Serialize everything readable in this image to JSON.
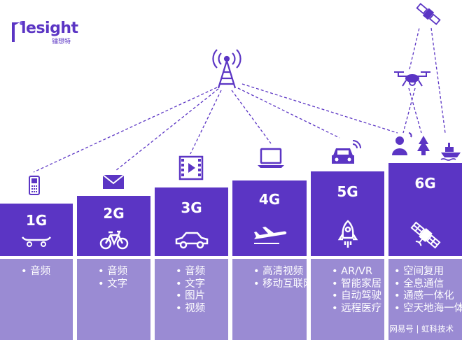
{
  "brand": {
    "logo_text": "lesight",
    "logo_subtext": "镭想特"
  },
  "colors": {
    "bar": "#5b35c4",
    "panel": "#9a8bd3",
    "line": "#5b35c4"
  },
  "generations": [
    {
      "label": "1G",
      "top_icon": "mobile-phone-icon",
      "bar_icon": "skateboard-icon",
      "features": [
        "音频"
      ]
    },
    {
      "label": "2G",
      "top_icon": "envelope-icon",
      "bar_icon": "bicycle-icon",
      "features": [
        "音频",
        "文字"
      ]
    },
    {
      "label": "3G",
      "top_icon": "video-play-icon",
      "bar_icon": "car-icon",
      "features": [
        "音频",
        "文字",
        "图片",
        "视频"
      ]
    },
    {
      "label": "4G",
      "top_icon": "laptop-icon",
      "bar_icon": "airplane-icon",
      "features": [
        "高清视频",
        "移动互联网"
      ]
    },
    {
      "label": "5G",
      "top_icon": "connected-car-icon",
      "bar_icon": "rocket-icon",
      "features": [
        "AR/VR",
        "智能家居",
        "自动驾驶",
        "远程医疗"
      ]
    },
    {
      "label": "6G",
      "top_icon": "person-tree-ship-icons",
      "bar_icon": "satellite-icon",
      "features": [
        "空间复用",
        "全息通信",
        "通感一体化",
        "空天地海一体化"
      ]
    }
  ],
  "watermark": "网易号 | 虹科技术"
}
